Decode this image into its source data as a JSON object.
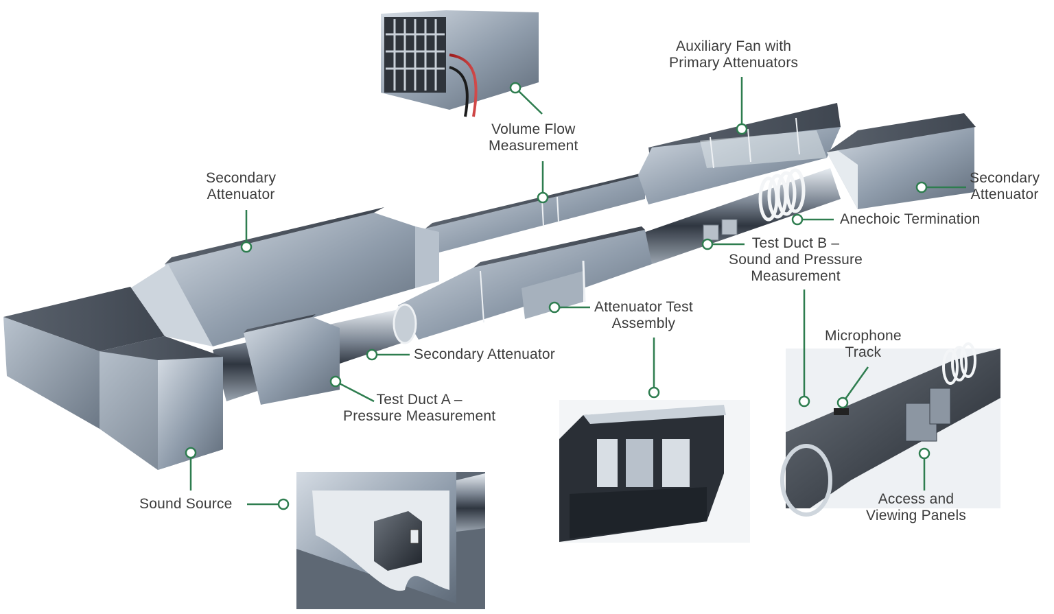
{
  "colors": {
    "accent": "#2e7d4f",
    "label_text": "#3b3b3b",
    "duct_light": "#c9d2db",
    "duct_mid": "#8a97a6",
    "duct_dark": "#4a5563",
    "duct_top": "#5b6470"
  },
  "labels": {
    "volume_flow": [
      "Volume Flow",
      "Measurement"
    ],
    "auxiliary_fan": [
      "Auxiliary Fan with",
      "Primary Attenuators"
    ],
    "secondary_attenuator_left": [
      "Secondary",
      "Attenuator"
    ],
    "secondary_attenuator_right": [
      "Secondary",
      "Attenuator"
    ],
    "anechoic_termination": [
      "Anechoic Termination"
    ],
    "test_duct_b": [
      "Test Duct B –",
      "Sound and Pressure",
      "Measurement"
    ],
    "attenuator_test_assembly": [
      "Attenuator Test",
      "Assembly"
    ],
    "secondary_attenuator_middle": [
      "Secondary Attenuator"
    ],
    "test_duct_a": [
      "Test Duct A –",
      "Pressure Measurement"
    ],
    "microphone_track": [
      "Microphone",
      "Track"
    ],
    "sound_source": [
      "Sound Source"
    ],
    "access_viewing_panels": [
      "Access and",
      "Viewing Panels"
    ]
  },
  "icons": [
    "callout-marker-icon"
  ]
}
